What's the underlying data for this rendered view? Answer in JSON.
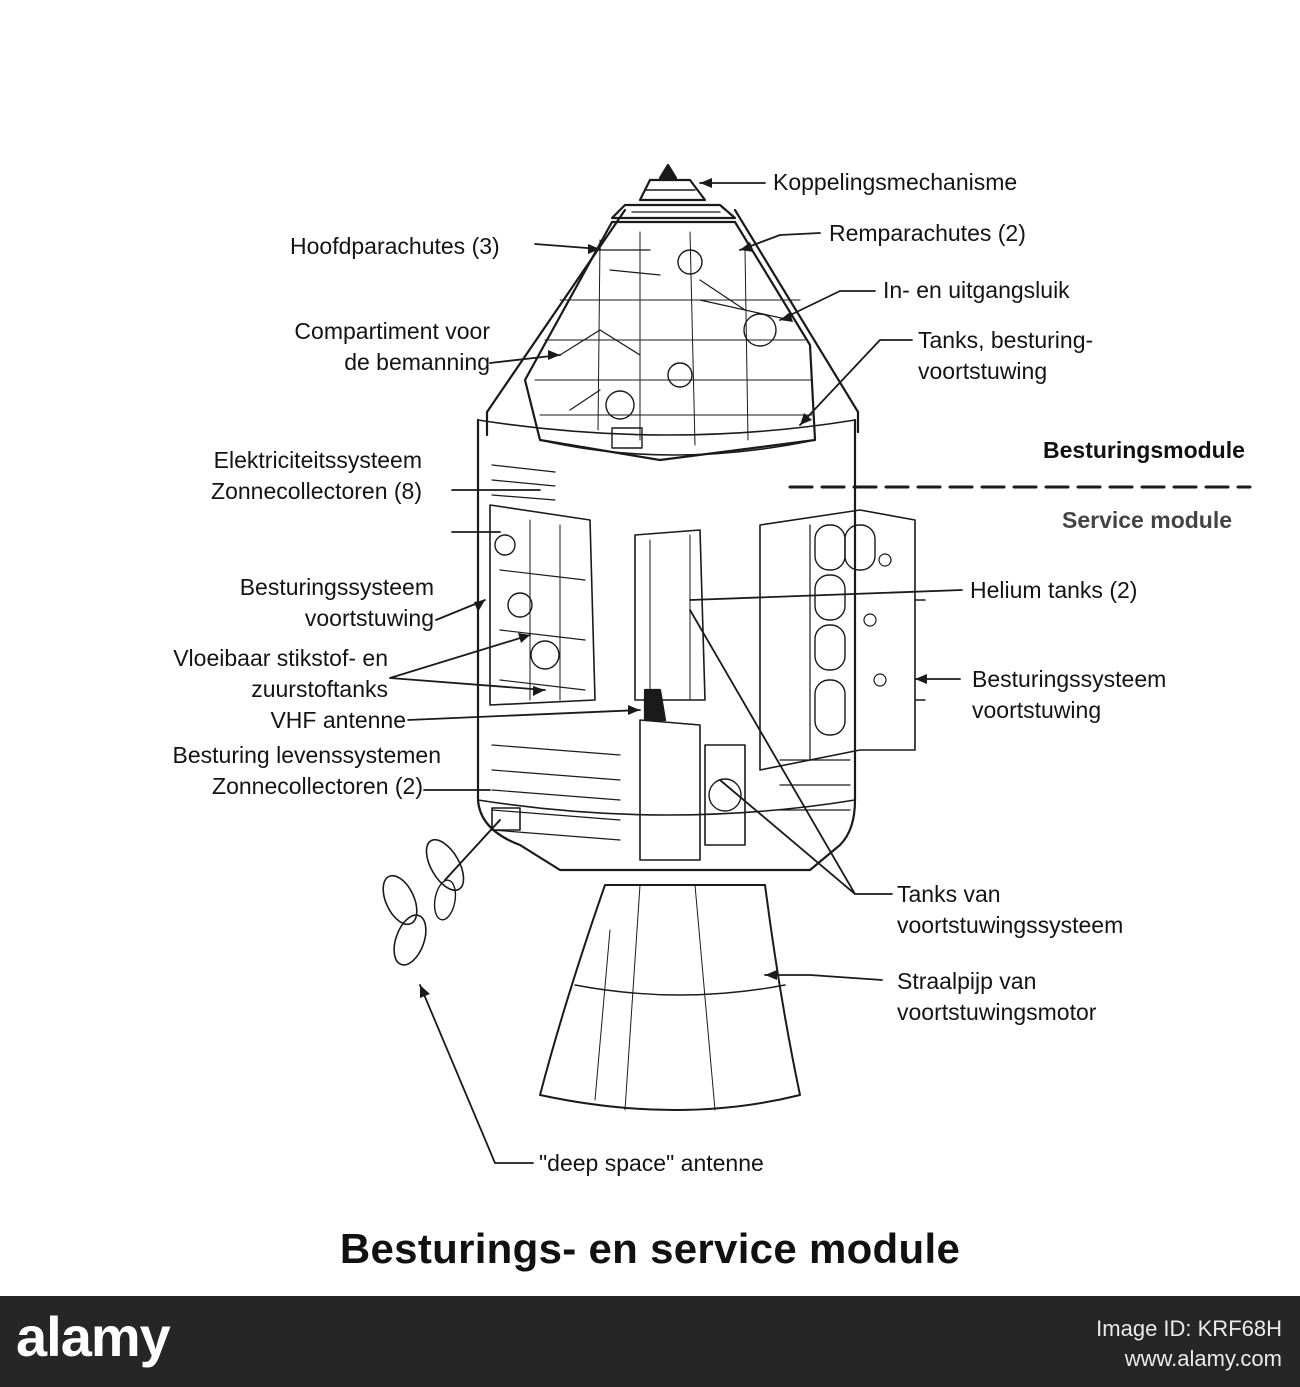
{
  "title": "Besturings- en service module",
  "sections": {
    "command": "Besturingsmodule",
    "service": "Service module"
  },
  "labels": {
    "koppeling": [
      "Koppelingsmechanisme"
    ],
    "hoofdparachutes": [
      "Hoofdparachutes (3)"
    ],
    "remparachutes": [
      "Remparachutes (2)"
    ],
    "luik": [
      "In- en uitgangsluik"
    ],
    "compartiment": [
      "Compartiment voor",
      "de bemanning"
    ],
    "tanks_besturing": [
      "Tanks, besturing-",
      "voortstuwing"
    ],
    "elektriciteit": [
      "Elektriciteitssysteem",
      "Zonnecollectoren (8)"
    ],
    "helium": [
      "Helium tanks (2)"
    ],
    "besturingssysteem_links": [
      "Besturingssysteem",
      "voortstuwing"
    ],
    "besturingssysteem_rechts": [
      "Besturingssysteem",
      "voortstuwing"
    ],
    "vloeibaar": [
      "Vloeibaar stikstof- en",
      "zuurstoftanks"
    ],
    "vhf": [
      "VHF antenne"
    ],
    "levenssystemen": [
      "Besturing levenssystemen",
      "Zonnecollectoren (2)"
    ],
    "tanks_voortstuwing": [
      "Tanks van",
      "voortstuwingssysteem"
    ],
    "straalpijp": [
      "Straalpijp van",
      "voortstuwingsmotor"
    ],
    "deep_space": [
      "\"deep space\" antenne"
    ]
  },
  "footer": {
    "logo": "alamy",
    "image_id": "Image ID: KRF68H",
    "site": "www.alamy.com"
  }
}
